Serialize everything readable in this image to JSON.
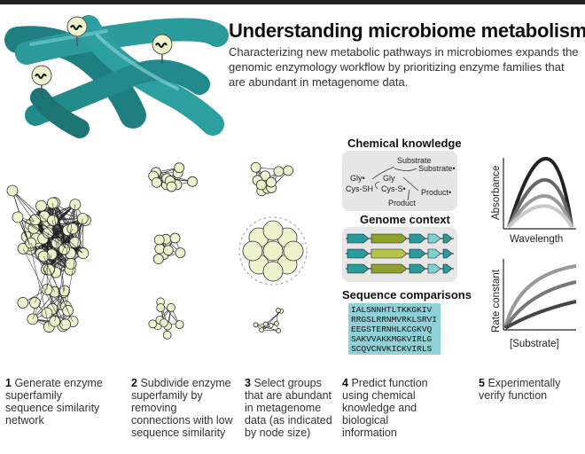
{
  "header": {
    "title": "Understanding microbiome metabolism",
    "subtitle": "Characterizing new metabolic pathways in microbiomes expands the genomic enzymology workflow by prioritizing enzyme families that are abundant in metagenome data."
  },
  "steps": [
    {
      "num": "1",
      "text": "Generate enzyme superfamily sequence similarity network"
    },
    {
      "num": "2",
      "text": "Subdivide enzyme superfamily by removing connections with low sequence similarity"
    },
    {
      "num": "3",
      "text": "Select groups that are abundant in metagenome data (as indicated by node size)"
    },
    {
      "num": "4",
      "text": "Predict function using chemical knowledge and biological information"
    },
    {
      "num": "5",
      "text": "Experimentally verify function"
    }
  ],
  "panel4": {
    "chemical_title": "Chemical knowledge",
    "genome_title": "Genome context",
    "sequence_title": "Sequence comparisons",
    "chem": {
      "substrate": "Substrate",
      "substrate_radical": "Substrate•",
      "gly_radical": "Gly•",
      "gly": "Gly",
      "cys_sh": "Cys-SH",
      "cys_s_radical": "Cys-S•",
      "product_radical": "Product•",
      "product": "Product"
    },
    "sequences": [
      "IALSNNHTLTKKGKIV",
      "RRGSLRRNMVRKLSRVI",
      "EEGSTERNHLKCGKVQ",
      "SAKVVAKKMGKVIRLG",
      "SCQVCNVKICKVIRLS"
    ]
  },
  "panel5": {
    "top_ylabel": "Absorbance",
    "top_xlabel": "Wavelength",
    "bottom_ylabel": "Rate constant",
    "bottom_xlabel": "[Substrate]"
  },
  "colors": {
    "teal": "#2a9a9a",
    "node_fill": "#eef2cc",
    "olive": "#8fa12c",
    "panel_bg": "#e6e6e6",
    "seq_bg": "#8fd1d6"
  }
}
